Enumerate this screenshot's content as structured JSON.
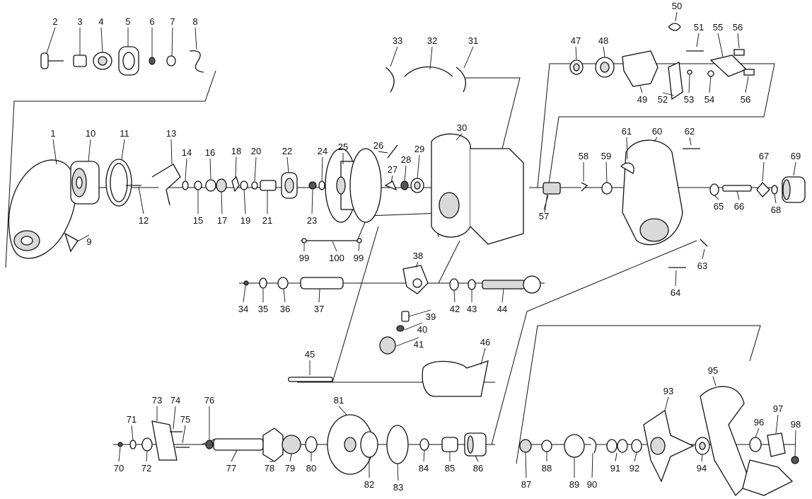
{
  "callouts": [
    {
      "id": "p1",
      "text": "1"
    },
    {
      "id": "p2",
      "text": "2"
    },
    {
      "id": "p3",
      "text": "3"
    },
    {
      "id": "p4",
      "text": "4"
    },
    {
      "id": "p5",
      "text": "5"
    },
    {
      "id": "p6",
      "text": "6"
    },
    {
      "id": "p7",
      "text": "7"
    },
    {
      "id": "p8",
      "text": "8"
    },
    {
      "id": "p9",
      "text": "9"
    },
    {
      "id": "p10",
      "text": "10"
    },
    {
      "id": "p11",
      "text": "11"
    },
    {
      "id": "p12",
      "text": "12"
    },
    {
      "id": "p13",
      "text": "13"
    },
    {
      "id": "p14",
      "text": "14"
    },
    {
      "id": "p15",
      "text": "15"
    },
    {
      "id": "p16",
      "text": "16"
    },
    {
      "id": "p17",
      "text": "17"
    },
    {
      "id": "p18",
      "text": "18"
    },
    {
      "id": "p19",
      "text": "19"
    },
    {
      "id": "p20",
      "text": "20"
    },
    {
      "id": "p21",
      "text": "21"
    },
    {
      "id": "p22",
      "text": "22"
    },
    {
      "id": "p23",
      "text": "23"
    },
    {
      "id": "p24",
      "text": "24"
    },
    {
      "id": "p25",
      "text": "25"
    },
    {
      "id": "p26",
      "text": "26"
    },
    {
      "id": "p27",
      "text": "27"
    },
    {
      "id": "p28",
      "text": "28"
    },
    {
      "id": "p29",
      "text": "29"
    },
    {
      "id": "p30",
      "text": "30"
    },
    {
      "id": "p31",
      "text": "31"
    },
    {
      "id": "p32",
      "text": "32"
    },
    {
      "id": "p33",
      "text": "33"
    },
    {
      "id": "p34",
      "text": "34"
    },
    {
      "id": "p35",
      "text": "35"
    },
    {
      "id": "p36",
      "text": "36"
    },
    {
      "id": "p37",
      "text": "37"
    },
    {
      "id": "p38",
      "text": "38"
    },
    {
      "id": "p39",
      "text": "39"
    },
    {
      "id": "p40",
      "text": "40"
    },
    {
      "id": "p41",
      "text": "41"
    },
    {
      "id": "p42",
      "text": "42"
    },
    {
      "id": "p43",
      "text": "43"
    },
    {
      "id": "p44",
      "text": "44"
    },
    {
      "id": "p45",
      "text": "45"
    },
    {
      "id": "p46",
      "text": "46"
    },
    {
      "id": "p47",
      "text": "47"
    },
    {
      "id": "p48",
      "text": "48"
    },
    {
      "id": "p49",
      "text": "49"
    },
    {
      "id": "p50",
      "text": "50"
    },
    {
      "id": "p51",
      "text": "51"
    },
    {
      "id": "p52",
      "text": "52"
    },
    {
      "id": "p53",
      "text": "53"
    },
    {
      "id": "p54",
      "text": "54"
    },
    {
      "id": "p55",
      "text": "55"
    },
    {
      "id": "p56a",
      "text": "56"
    },
    {
      "id": "p56b",
      "text": "56"
    },
    {
      "id": "p57",
      "text": "57"
    },
    {
      "id": "p58",
      "text": "58"
    },
    {
      "id": "p59",
      "text": "59"
    },
    {
      "id": "p60",
      "text": "60"
    },
    {
      "id": "p61",
      "text": "61"
    },
    {
      "id": "p62",
      "text": "62"
    },
    {
      "id": "p63",
      "text": "63"
    },
    {
      "id": "p64",
      "text": "64"
    },
    {
      "id": "p65",
      "text": "65"
    },
    {
      "id": "p66",
      "text": "66"
    },
    {
      "id": "p67",
      "text": "67"
    },
    {
      "id": "p68",
      "text": "68"
    },
    {
      "id": "p69",
      "text": "69"
    },
    {
      "id": "p70",
      "text": "70"
    },
    {
      "id": "p71",
      "text": "71"
    },
    {
      "id": "p72",
      "text": "72"
    },
    {
      "id": "p73",
      "text": "73"
    },
    {
      "id": "p74",
      "text": "74"
    },
    {
      "id": "p75",
      "text": "75"
    },
    {
      "id": "p76",
      "text": "76"
    },
    {
      "id": "p77",
      "text": "77"
    },
    {
      "id": "p78",
      "text": "78"
    },
    {
      "id": "p79",
      "text": "79"
    },
    {
      "id": "p80",
      "text": "80"
    },
    {
      "id": "p81",
      "text": "81"
    },
    {
      "id": "p82",
      "text": "82"
    },
    {
      "id": "p83",
      "text": "83"
    },
    {
      "id": "p84",
      "text": "84"
    },
    {
      "id": "p85",
      "text": "85"
    },
    {
      "id": "p86",
      "text": "86"
    },
    {
      "id": "p87",
      "text": "87"
    },
    {
      "id": "p88",
      "text": "88"
    },
    {
      "id": "p89",
      "text": "89"
    },
    {
      "id": "p90",
      "text": "90"
    },
    {
      "id": "p91",
      "text": "91"
    },
    {
      "id": "p92",
      "text": "92"
    },
    {
      "id": "p93",
      "text": "93"
    },
    {
      "id": "p94",
      "text": "94"
    },
    {
      "id": "p95",
      "text": "95"
    },
    {
      "id": "p96",
      "text": "96"
    },
    {
      "id": "p97",
      "text": "97"
    },
    {
      "id": "p98",
      "text": "98"
    },
    {
      "id": "p99a",
      "text": "99"
    },
    {
      "id": "p99b",
      "text": "99"
    },
    {
      "id": "p100",
      "text": "100"
    }
  ],
  "colors": {
    "ink": "#111111",
    "paper": "#ffffff",
    "shade": "#d9d9d9"
  }
}
